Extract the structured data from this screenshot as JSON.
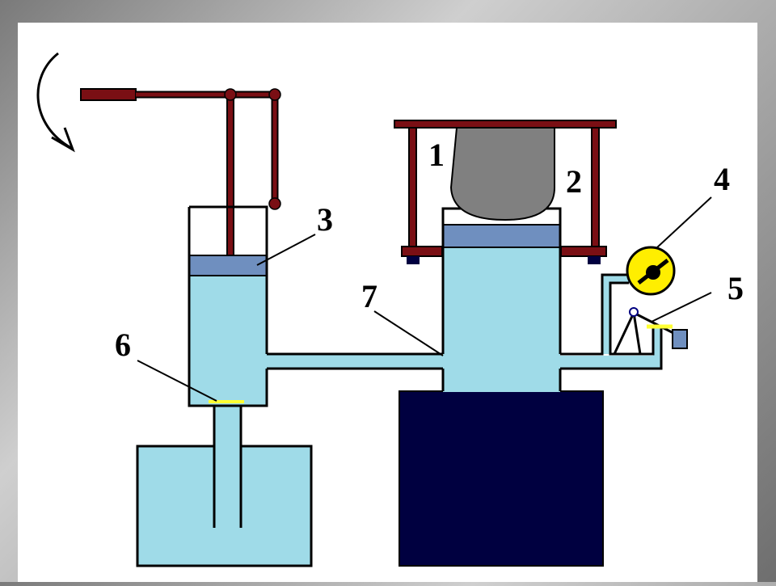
{
  "colors": {
    "water": "#9fdbe8",
    "piston": "#6f8fbf",
    "lever": "#7a0f14",
    "base": "#000040",
    "specimen": "#808080",
    "gauge": "#ffee00",
    "valve": "#ffff33"
  },
  "labels": {
    "l1": "1",
    "l2": "2",
    "l3": "3",
    "l4": "4",
    "l5": "5",
    "l6": "6",
    "l7": "7"
  },
  "icons": {
    "rotation": "curved-arrow-icon",
    "gauge": "pressure-gauge-icon"
  }
}
